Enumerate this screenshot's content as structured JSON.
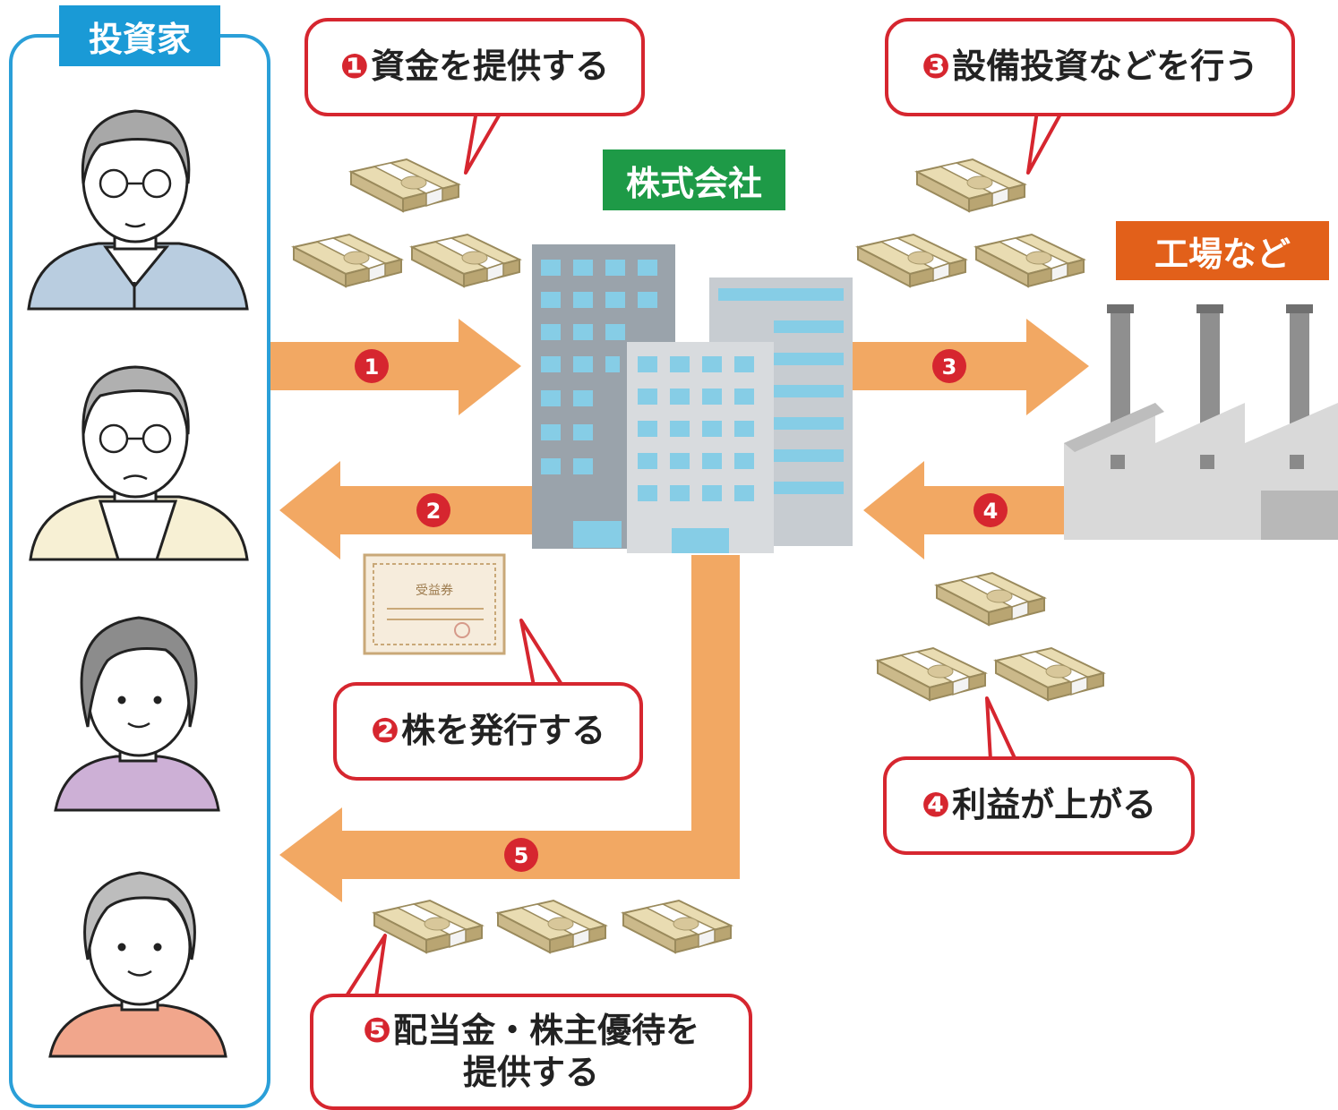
{
  "labels": {
    "investor": "投資家",
    "company": "株式会社",
    "factory": "工場など"
  },
  "callouts": [
    {
      "num": "❶",
      "text": "資金を提供する"
    },
    {
      "num": "❷",
      "text": "株を発行する"
    },
    {
      "num": "❸",
      "text": "設備投資などを行う"
    },
    {
      "num": "❹",
      "text": "利益が上がる"
    },
    {
      "num": "❺",
      "text": "配当金・株主優待を",
      "text2": "提供する"
    }
  ],
  "arrow_numbers": [
    "1",
    "2",
    "3",
    "4",
    "5"
  ],
  "certificate": {
    "title": "受益券"
  },
  "colors": {
    "arrow": "#f2a863",
    "callout_border": "#d6262f",
    "investor_tag": "#1a9ad6",
    "company_tag": "#1e9a47",
    "factory_tag": "#e2601a",
    "frame": "#2a9fd8"
  }
}
